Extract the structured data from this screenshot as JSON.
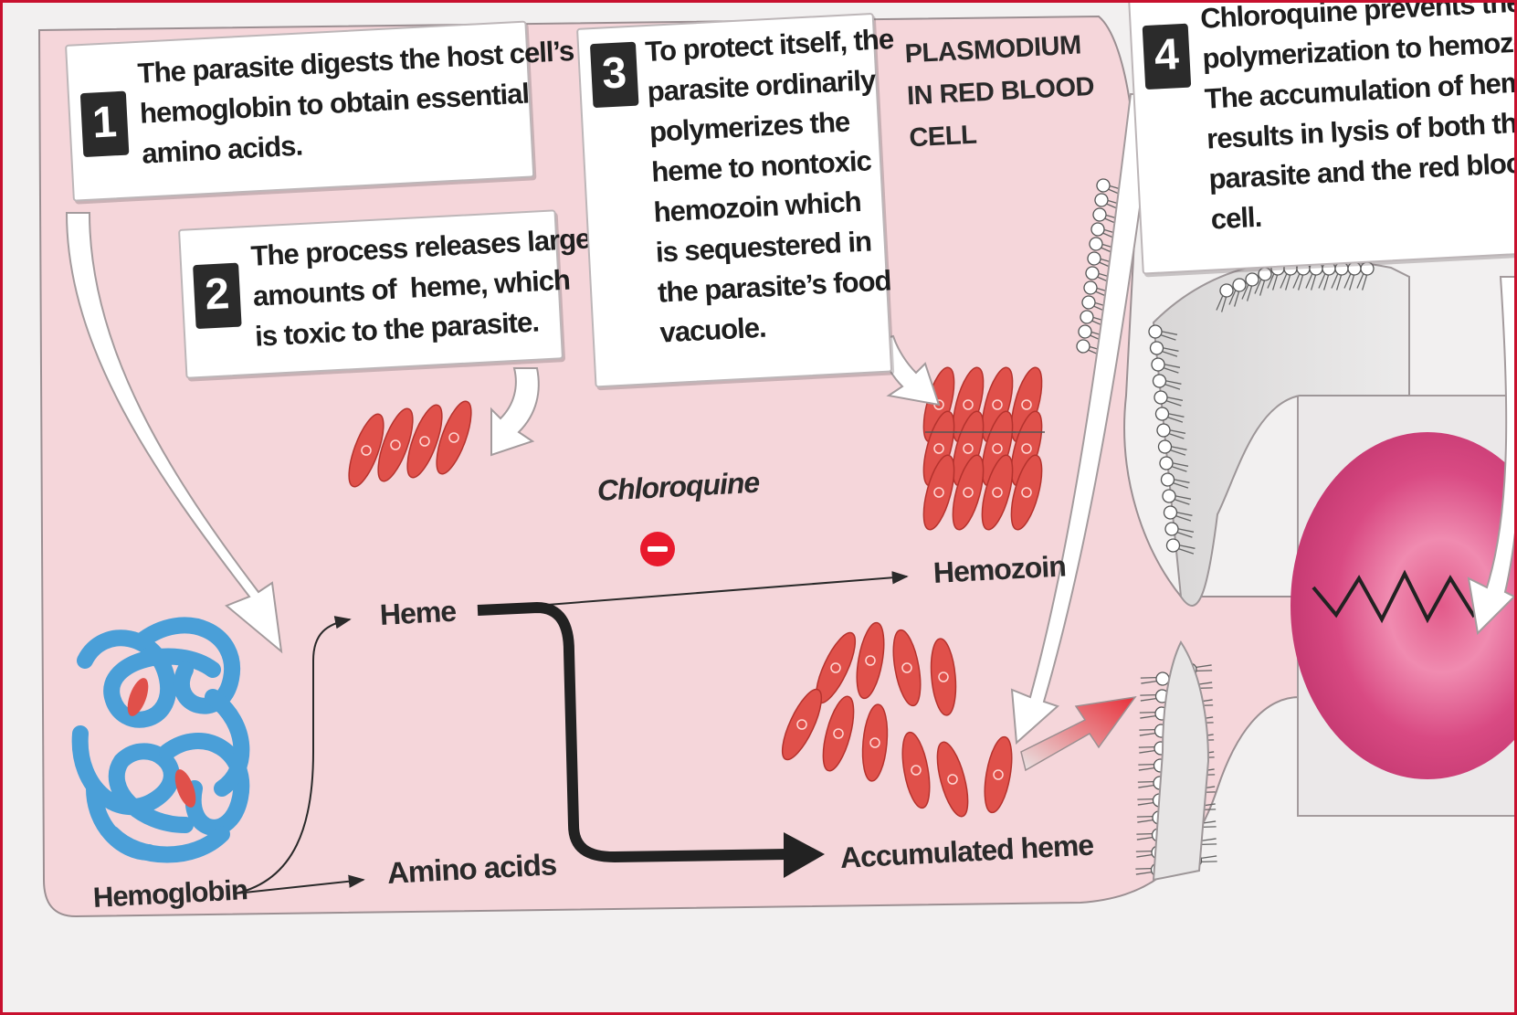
{
  "title": "PLASMODIUM\nIN RED BLOOD\nCELL",
  "steps": [
    {
      "number": "1",
      "text": "The parasite digests the host cell’s\nhemoglobin to obtain essential\namino acids."
    },
    {
      "number": "2",
      "text": "The process releases large\namounts of  heme, which\nis toxic to the parasite."
    },
    {
      "number": "3",
      "text": "To protect itself, the\nparasite ordinarily\npolymerizes the\nheme to nontoxic\nhemozoin which\nis sequestered in\nthe parasite’s food\nvacuole."
    },
    {
      "number": "4",
      "text": "Chloroquine prevents the\npolymerization to hemozoin.\nThe accumulation of heme\nresults in lysis of both the\nparasite and the red blood\ncell."
    }
  ],
  "labels": {
    "hemoglobin": "Hemoglobin",
    "heme": "Heme",
    "amino_acids": "Amino acids",
    "chloroquine": "Chloroquine",
    "hemozoin": "Hemozoin",
    "accumulated_heme": "Accumulated heme"
  },
  "icons": {
    "inhibit": "minus-sign-icon"
  },
  "colors": {
    "cell_background": "#f5d6da",
    "callout_fill": "#ffffff",
    "hemoglobin_blue": "#4a9fd8",
    "heme_red": "#e0504a",
    "inhibit_red": "#e8192c",
    "frame_red": "#c8102e"
  }
}
